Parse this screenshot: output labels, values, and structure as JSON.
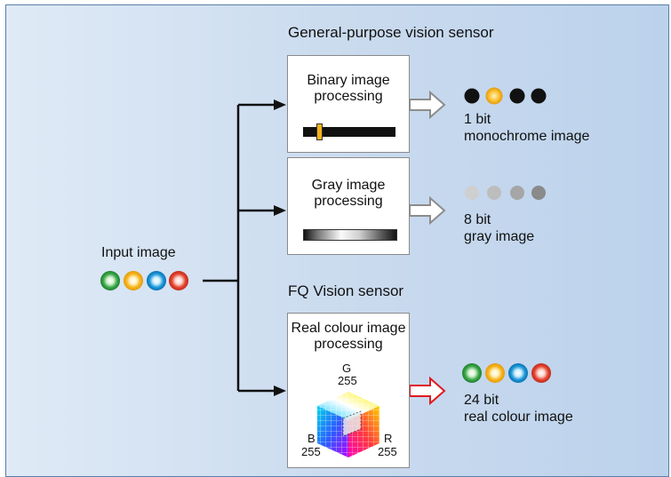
{
  "input": {
    "label": "Input image"
  },
  "sections": {
    "general_purpose": "General-purpose vision sensor",
    "fq": "FQ Vision sensor"
  },
  "processing": {
    "binary": {
      "title_line1": "Binary image",
      "title_line2": "processing"
    },
    "gray": {
      "title_line1": "Gray image",
      "title_line2": "processing"
    },
    "real_colour": {
      "title_line1": "Real colour image",
      "title_line2": "processing"
    }
  },
  "outputs": {
    "binary": {
      "line1": "1 bit",
      "line2": "monochrome image"
    },
    "gray": {
      "line1": "8 bit",
      "line2": "gray image"
    },
    "real_colour": {
      "line1": "24 bit",
      "line2": "real colour image"
    }
  },
  "cube_axes": {
    "g_label": "G",
    "g_value": "255",
    "b_label": "B",
    "b_value": "255",
    "r_label": "R",
    "r_value": "255"
  },
  "colors": {
    "green": "#2e9e3e",
    "yellow": "#f2b21b",
    "blue": "#1a97d6",
    "red": "#e0412f",
    "arrow_gray": "#8c8c8c",
    "arrow_red": "#e0191e"
  }
}
